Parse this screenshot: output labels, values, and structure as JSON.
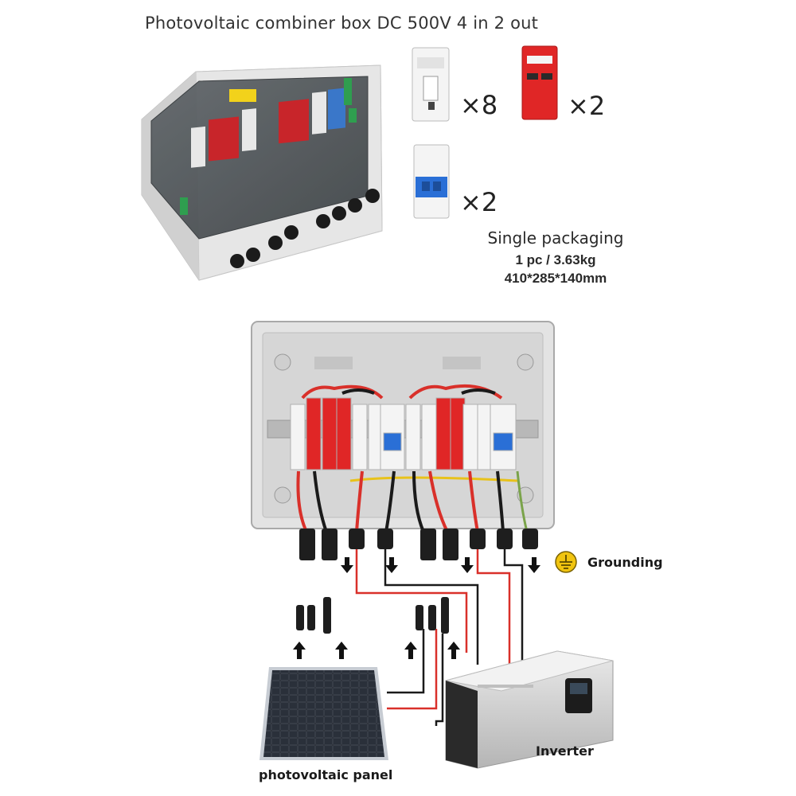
{
  "header": {
    "title": "Photovoltaic combiner box DC 500V 4 in 2 out"
  },
  "components": {
    "fuse_holder": {
      "quantity_label": "×8"
    },
    "surge_protector": {
      "quantity_label": "×2"
    },
    "dc_breaker": {
      "quantity_label": "×2"
    }
  },
  "packaging": {
    "heading": "Single packaging",
    "weight": "1 pc / 3.63kg",
    "size": "410*285*140mm"
  },
  "diagram": {
    "grounding_label": "Grounding",
    "inverter_label": "Inverter",
    "panel_label": "photovoltaic panel",
    "colors": {
      "positive_wire": "#d9302a",
      "negative_wire": "#1a1a1a",
      "ground_wire": "#e8c21a",
      "spd_red": "#e02626",
      "breaker_blue": "#2a6fd6"
    }
  }
}
